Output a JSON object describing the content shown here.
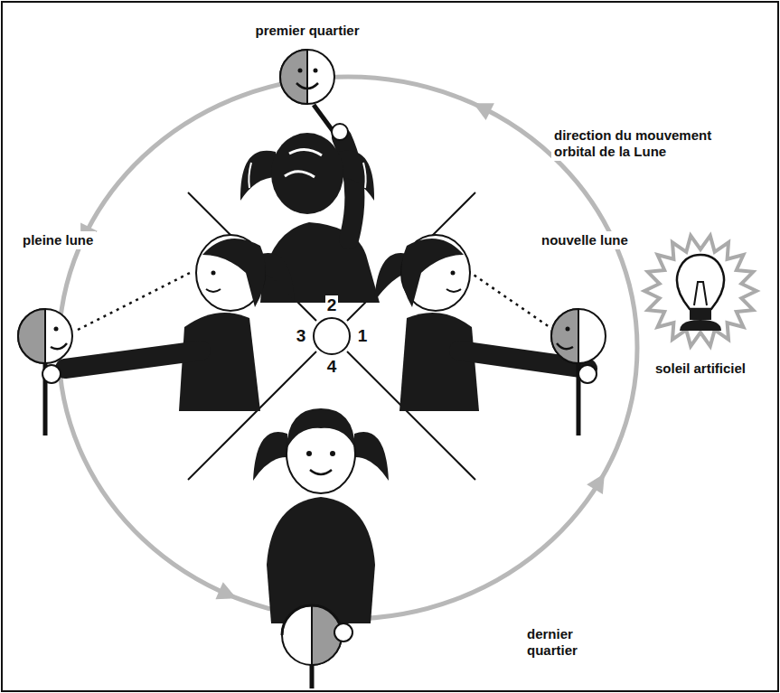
{
  "diagram": {
    "labels": [
      "premier quartier",
      "direction du mouvement orbital de la Lune",
      "pleine lune",
      "nouvelle lune",
      "soleil artificiel",
      "dernier quartier",
      "2",
      "3",
      "1",
      "4"
    ]
  }
}
